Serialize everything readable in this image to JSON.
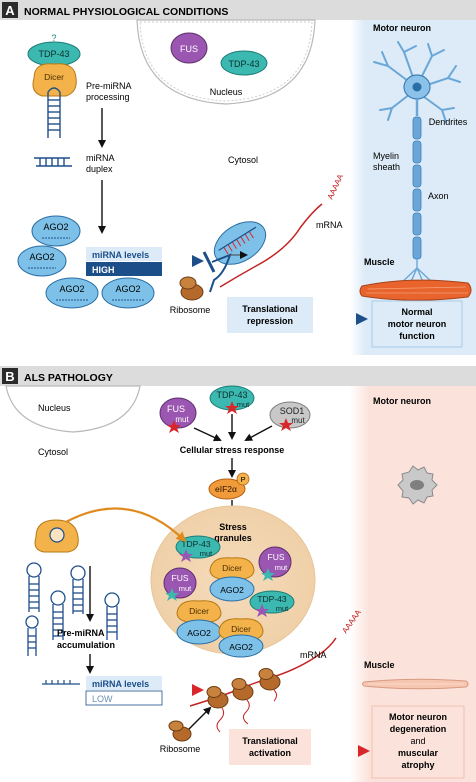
{
  "panel_a": {
    "letter": "A",
    "title": "NORMAL PHYSIOLOGICAL CONDITIONS",
    "fus": "FUS",
    "tdp43": "TDP-43",
    "nucleus": "Nucleus",
    "cytosol": "Cytosol",
    "tdp43_q_mark": "?",
    "tdp43_small": "TDP-43",
    "dicer": "Dicer",
    "pre_mirna_processing": [
      "Pre-miRNA",
      "processing"
    ],
    "mirna_duplex": [
      "miRNA",
      "duplex"
    ],
    "ago2": "AGO2",
    "mirna_levels": "miRNA levels",
    "mirna_level_value": "HIGH",
    "polya": "AAAAA",
    "mrna": "mRNA",
    "ribosome": "Ribosome",
    "translational_repression": [
      "Translational",
      "repression"
    ],
    "motor_neuron": "Motor neuron",
    "dendrites": "Dendrites",
    "myelin_sheath": [
      "Myelin",
      "sheath"
    ],
    "axon": "Axon",
    "muscle": "Muscle",
    "normal_function": [
      "Normal",
      "motor neuron",
      "function"
    ]
  },
  "panel_b": {
    "letter": "B",
    "title": "ALS PATHOLOGY",
    "nucleus": "Nucleus",
    "cytosol": "Cytosol",
    "fus_mut": [
      "FUS",
      "mut"
    ],
    "tdp43_mut": [
      "TDP-43",
      "mut"
    ],
    "sod1_mut": [
      "SOD1",
      "mut"
    ],
    "stress_response": "Cellular stress response",
    "eif2a": "eIF2α",
    "phospho": "P",
    "stress_granules": [
      "Stress",
      "granules"
    ],
    "dicer": "Dicer",
    "ago2": "AGO2",
    "pre_mirna_accumulation": [
      "Pre-miRNA",
      "accumulation"
    ],
    "mirna_levels": "miRNA levels",
    "mirna_level_value": "LOW",
    "polya": "AAAAA",
    "mrna": "mRNA",
    "ribosome": "Ribosome",
    "translational_activation": [
      "Translational",
      "activation"
    ],
    "motor_neuron": "Motor neuron",
    "muscle": "Muscle",
    "outcome": [
      "Motor neuron",
      "degeneration",
      "and",
      "muscular",
      "atrophy"
    ]
  },
  "colors": {
    "teal": "#3bb8b0",
    "purple": "#9a56b0",
    "gray_protein": "#c8c8c8",
    "dicer_orange": "#f3b24a",
    "ago2_blue": "#7ec1e8",
    "navy": "#1c4f8a",
    "red": "#d9262b",
    "panel_a_bg": "#dcebf7",
    "panel_b_bg": "#fbe3dc",
    "muscle_a": "#e8642c",
    "muscle_b": "#f6c6b0"
  }
}
